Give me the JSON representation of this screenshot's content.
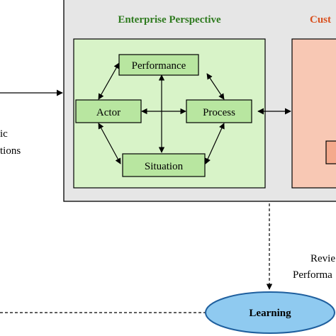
{
  "colors": {
    "outer_fill": "#e6e6e6",
    "inner_fill": "#d8f3c8",
    "node_fill": "#b8e6a0",
    "customer_fill": "#f8c8b4",
    "customer_inner": "#f4a98c",
    "enterprise_title": "#2e7a1e",
    "customer_title": "#d9501e",
    "learning_fill": "#8fcaf0",
    "learning_stroke": "#1f5f9e"
  },
  "enterprise": {
    "title": "Enterprise Perspective"
  },
  "customer": {
    "title_fragment": "Cust"
  },
  "nodes": {
    "performance": "Performance",
    "actor": "Actor",
    "process": "Process",
    "situation": "Situation"
  },
  "left_text": {
    "line1": "ic",
    "line2": "tions"
  },
  "right_text": {
    "line1": "Revie",
    "line2": "Performa"
  },
  "learning": {
    "label": "Learning"
  }
}
